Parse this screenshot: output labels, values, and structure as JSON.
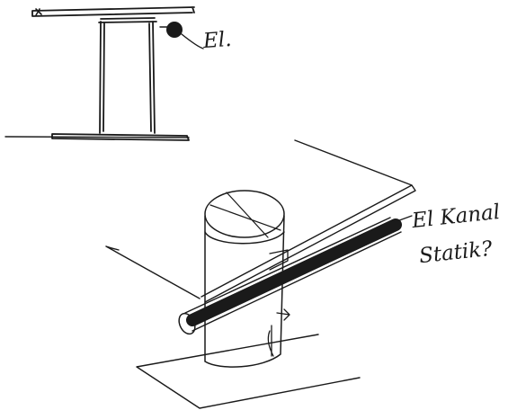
{
  "notes": {
    "top": "El.",
    "right_line1": "El Kanal",
    "right_line2": "Statik?"
  },
  "colors": {
    "ink": "#1a1a1a",
    "paper": "#ffffff"
  }
}
